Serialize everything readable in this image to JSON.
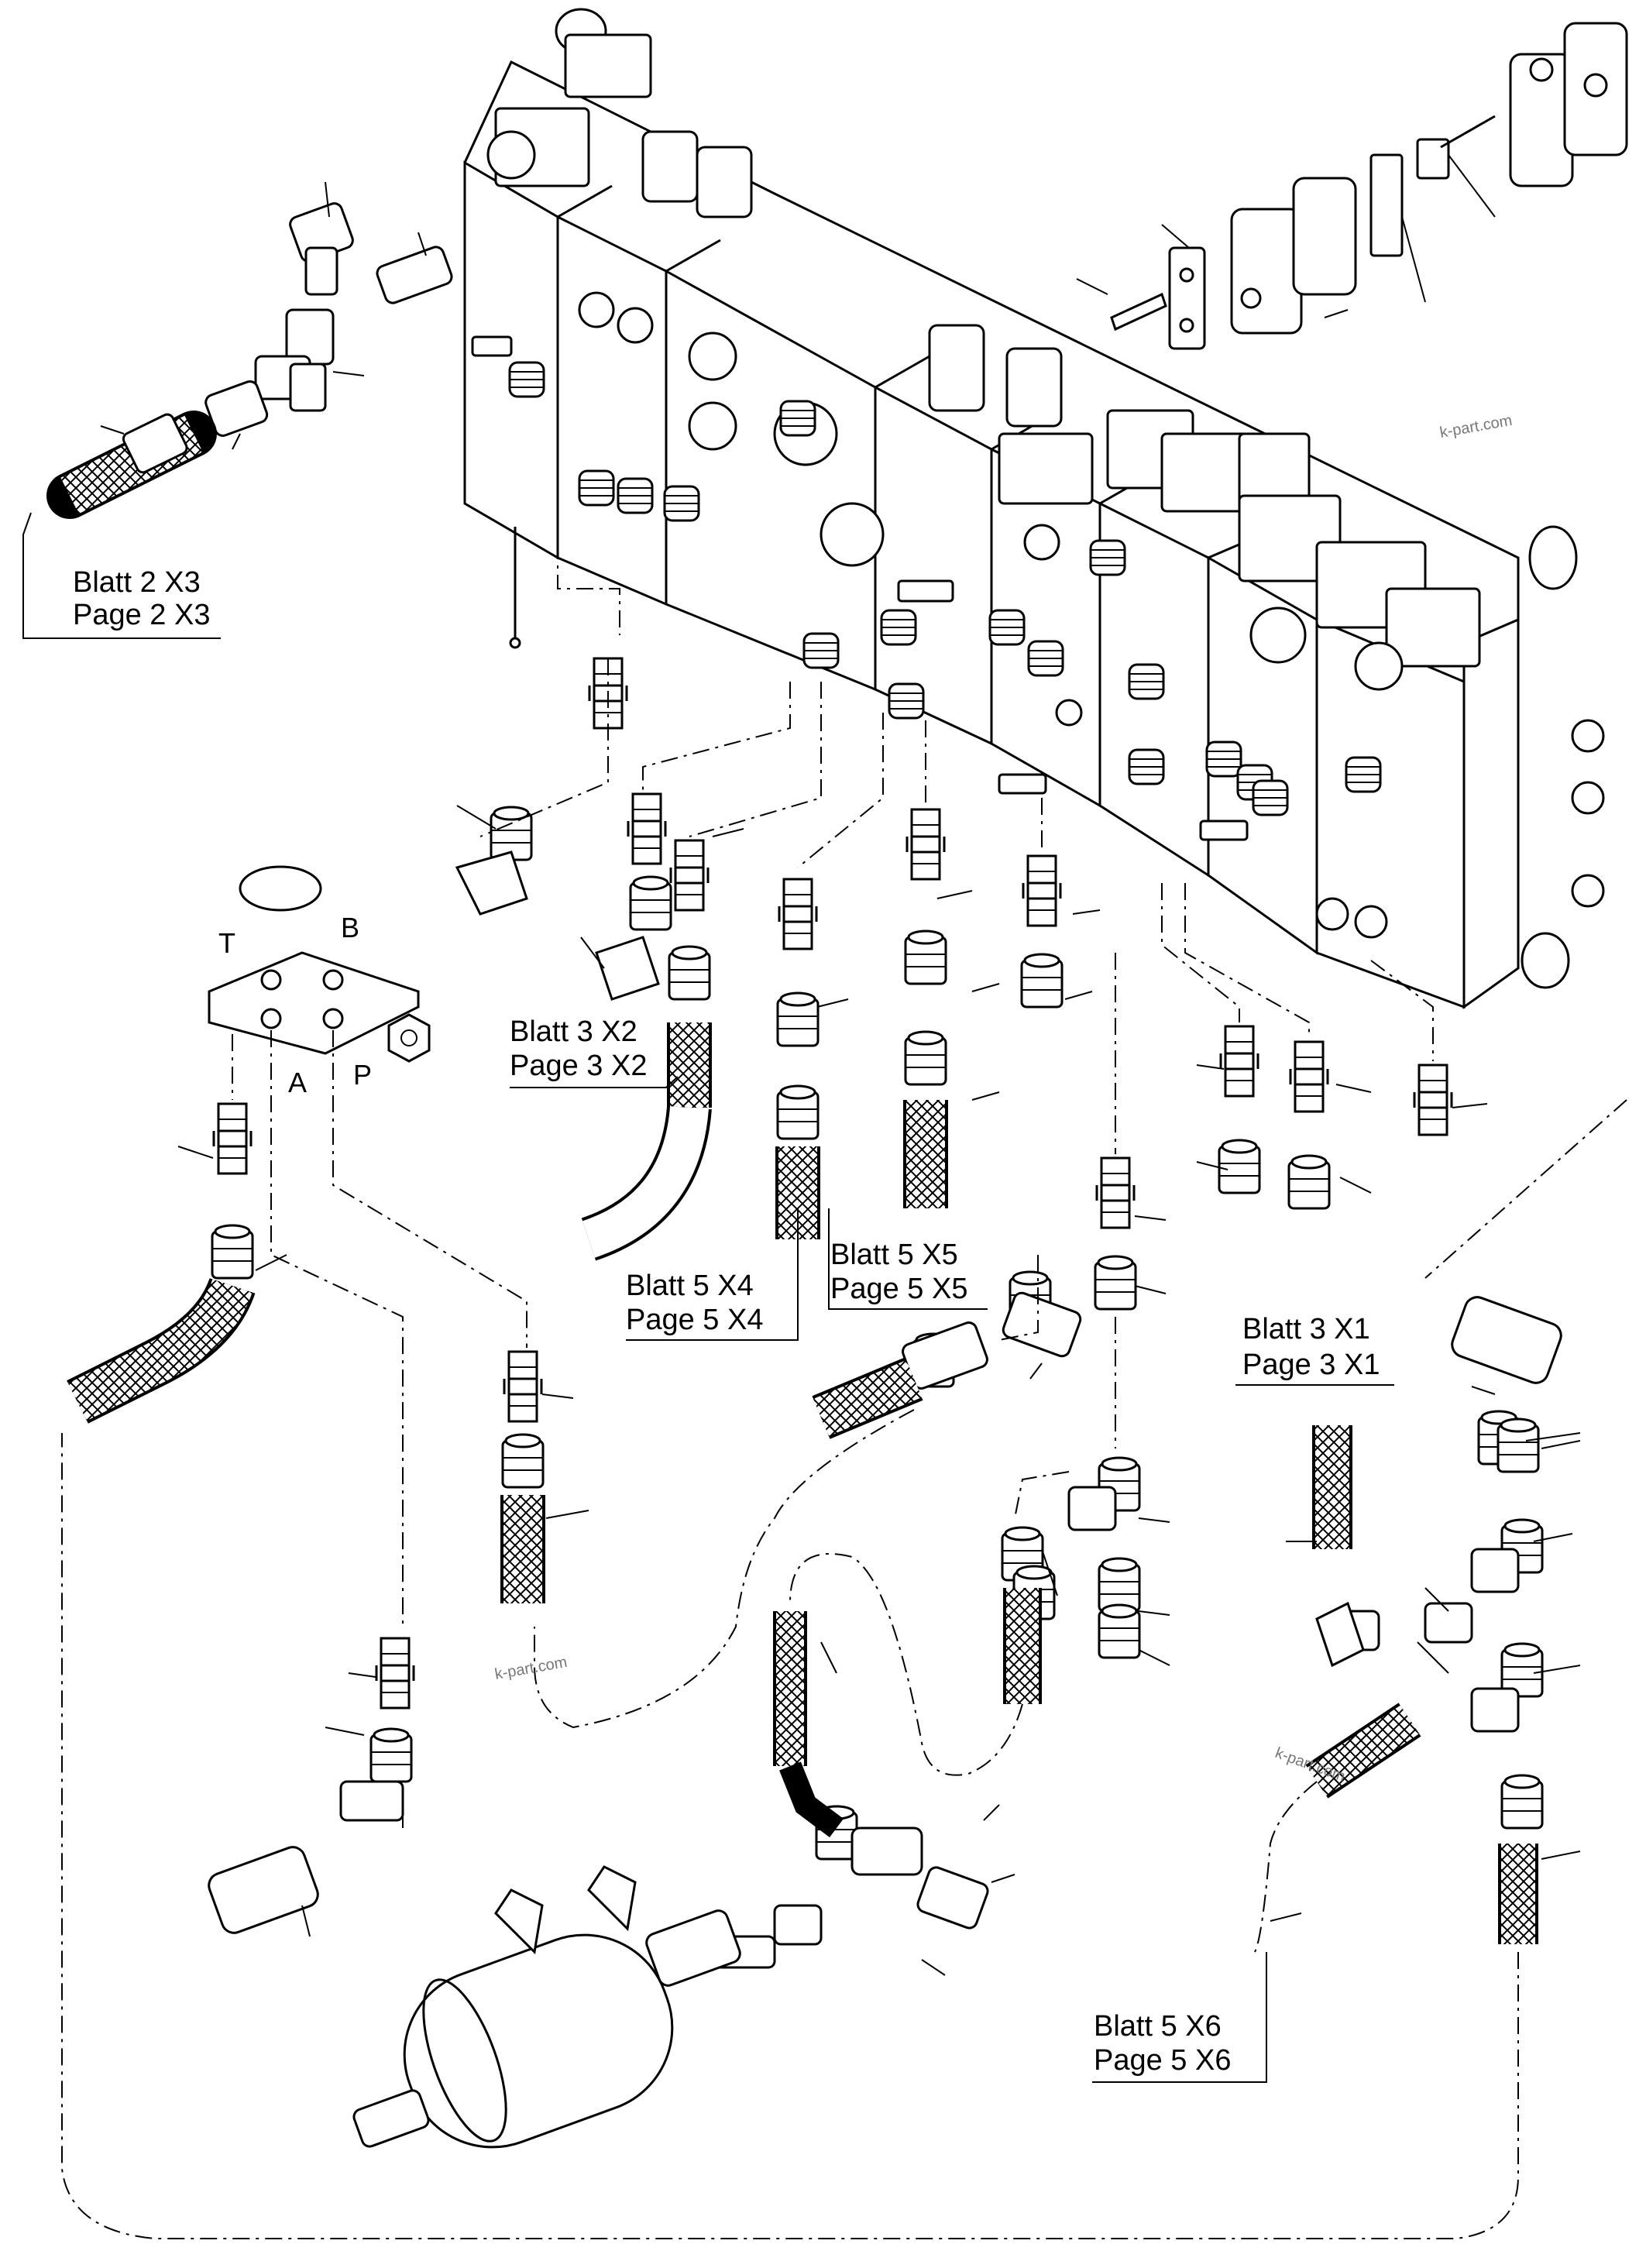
{
  "refs": [
    {
      "line1": "Blatt 2 X3",
      "line2": "Page 2 X3"
    },
    {
      "line1": "Blatt 3 X2",
      "line2": "Page 3 X2"
    },
    {
      "line1": "Blatt 5 X4",
      "line2": "Page 5 X4"
    },
    {
      "line1": "Blatt 5 X5",
      "line2": "Page 5 X5"
    },
    {
      "line1": "Blatt 3 X1",
      "line2": "Page 3 X1"
    },
    {
      "line1": "Blatt 5 X6",
      "line2": "Page 5 X6"
    }
  ],
  "ports": {
    "t": "T",
    "b": "B",
    "a": "A",
    "p": "P"
  },
  "watermark": "k-part.com",
  "colors": {
    "ink": "#000000",
    "paper": "#ffffff",
    "watermark": "#777777"
  }
}
